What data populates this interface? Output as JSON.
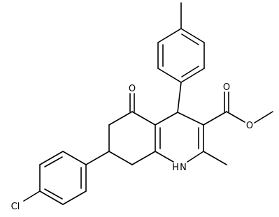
{
  "structure": {
    "atom_labels": {
      "oxo": "O",
      "ester_carbonyl_o": "O",
      "ester_ether_o": "O",
      "ring_nh": "H",
      "ring_n": "N",
      "chloro": "Cl"
    }
  }
}
